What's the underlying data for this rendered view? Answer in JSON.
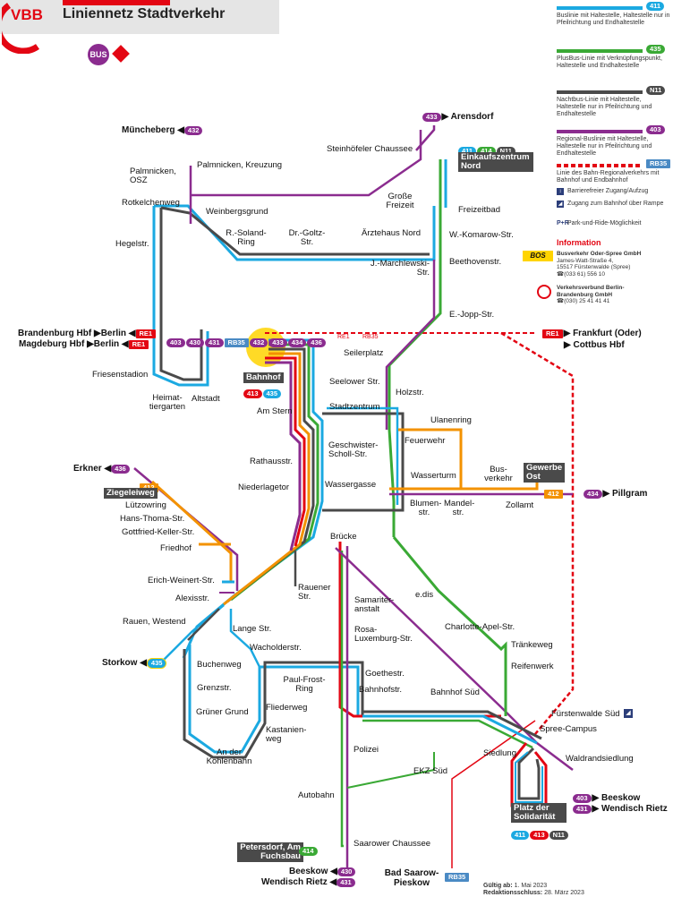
{
  "header": {
    "brand": "VBB",
    "title": "Liniennetz Stadtverkehr",
    "bus_logo_label": "BUS"
  },
  "colors": {
    "city_blue": "#1ba9e1",
    "plus_green": "#3aa935",
    "night_dark": "#4a4a4a",
    "regional_purple": "#8b2c8f",
    "rail_red": "#e30613",
    "orange": "#f39200"
  },
  "legend": {
    "items": [
      {
        "badge": "411",
        "color": "#1ba9e1",
        "text": "Buslinie mit Haltestelle, Haltestelle nur in Pfeilrichtung und Endhaltestelle"
      },
      {
        "badge": "435",
        "color": "#3aa935",
        "text": "PlusBus-Linie mit Verknüpfungspunkt, Haltestelle und Endhaltestelle"
      },
      {
        "badge": "N11",
        "color": "#4a4a4a",
        "text": "Nachtbus-Linie mit Haltestelle, Haltestelle nur in Pfeilrichtung und Endhaltestelle"
      },
      {
        "badge": "403",
        "color": "#8b2c8f",
        "text": "Regional-Buslinie mit Haltestelle, Haltestelle nur in Pfeilrichtung und Endhaltestelle"
      },
      {
        "badge": "RB35",
        "color": "#e30613",
        "text": "Linie des Bahn-Regionalverkehrs mit Bahnhof und Endbahnhof"
      }
    ],
    "symbols": [
      {
        "icon": "elevator-icon",
        "text": "Barrierefreier Zugang/Aufzug"
      },
      {
        "icon": "ramp-icon",
        "text": "Zugang zum Bahnhof über Rampe"
      },
      {
        "icon": "park-and-ride-icon",
        "text": "Park-und-Ride-Möglichkeit",
        "prefix": "P+R"
      }
    ]
  },
  "information": {
    "heading": "Information",
    "operator_1": {
      "name": "Busverkehr Oder-Spree GmbH",
      "street": "James-Watt-Straße 4,",
      "city": "15517 Fürstenwalde (Spree)",
      "phone": "☎(033 61) 556 10"
    },
    "operator_2": {
      "name": "Verkehrsverbund Berlin-Brandenburg GmbH",
      "phone": "☎(030) 25 41 41 41"
    }
  },
  "footer": {
    "valid_label": "Gültig ab:",
    "valid_date": "1. Mai 2023",
    "deadline_label": "Redaktionsschluss:",
    "deadline_date": "28. März 2023"
  },
  "stops": {
    "muencheberg": "Müncheberg",
    "arensdorf": "Arensdorf",
    "steinhoefeler": "Steinhöfeler Chaussee",
    "palmnicken_osz": "Palmnicken, OSZ",
    "palmnicken_kreuzung": "Palmnicken, Kreuzung",
    "einkaufszentrum_nord": "Einkaufszentrum Nord",
    "rotkelchenweg": "Rotkelchenweg",
    "weinbergsgrund": "Weinbergsgrund",
    "grosse_freizeit": "Große Freizeit",
    "freizeitbad": "Freizeitbad",
    "hegelstr": "Hegelstr.",
    "r_soland_ring": "R.-Soland-Ring",
    "dr_goltz_str": "Dr.-Goltz-Str.",
    "aerztehaus_nord": "Ärztehaus Nord",
    "w_komarow": "W.-Komarow-Str.",
    "j_marchlewski": "J.-Marchlewski-Str.",
    "beethovenstr": "Beethovenstr.",
    "e_jopp": "E.-Jopp-Str.",
    "brandenburg_hbf": "Brandenburg Hbf",
    "magdeburg_hbf": "Magdeburg Hbf",
    "berlin": "Berlin",
    "frankfurt_oder": "Frankfurt (Oder)",
    "cottbus_hbf": "Cottbus Hbf",
    "seilerplatz": "Seilerplatz",
    "friesenstadion": "Friesenstadion",
    "bahnhof": "Bahnhof",
    "seelower_str": "Seelower Str.",
    "holzstr": "Holzstr.",
    "heimattiergarten": "Heimat-tiergarten",
    "altstadt": "Altstadt",
    "am_stern": "Am Stern",
    "stadtzentrum": "Stadtzentrum",
    "ulanenring": "Ulanenring",
    "geschwister_scholl": "Geschwister-Scholl-Str.",
    "feuerwehr": "Feuerwehr",
    "rathausstr": "Rathausstr.",
    "erkner": "Erkner",
    "wasserturm": "Wasserturm",
    "busverkehr": "Bus-verkehr",
    "gewerbe_ost": "Gewerbe Ost",
    "ziegeleiweg": "Ziegeleiweg",
    "niederlagetor": "Niederlagetor",
    "wassergasse": "Wassergasse",
    "luetzowring": "Lützowring",
    "blumenstr": "Blumen-str.",
    "mandelstr": "Mandel-str.",
    "zollamt": "Zollamt",
    "pillgram": "Pillgram",
    "hans_thoma": "Hans-Thoma-Str.",
    "gottfried_keller": "Gottfried-Keller-Str.",
    "bruecke": "Brücke",
    "friedhof": "Friedhof",
    "erich_weinert": "Erich-Weinert-Str.",
    "rauener_str": "Rauener Str.",
    "edis": "e.dis",
    "alexisstr": "Alexisstr.",
    "samariteranstalt": "Samariter-anstalt",
    "rauen_westend": "Rauen, Westend",
    "lange_str": "Lange Str.",
    "charlotte_apel": "Charlotte-Apel-Str.",
    "rosa_luxemburg": "Rosa-Luxemburg-Str.",
    "traenkeweg": "Tränkeweg",
    "wacholderstr": "Wacholderstr.",
    "storkow": "Storkow",
    "buchenweg": "Buchenweg",
    "reifenwerk": "Reifenwerk",
    "goethestr": "Goethestr.",
    "paul_frost_ring": "Paul-Frost-Ring",
    "grenzstr": "Grenzstr.",
    "bahnhofstr": "Bahnhofstr.",
    "bahnhof_sued": "Bahnhof Süd",
    "fliederweg": "Fliederweg",
    "gruener_grund": "Grüner Grund",
    "fuerstenwalde_sued": "Fürstenwalde Süd",
    "spree_campus": "Spree-Campus",
    "kastanienweg": "Kastanien-weg",
    "polizei": "Polizei",
    "kohlenbahn": "An der Kohlenbahn",
    "siedlung": "Siedlung",
    "waldrandsiedlung": "Waldrandsiedlung",
    "ekz_sued": "EKZ Süd",
    "beeskow": "Beeskow",
    "wendisch_rietz": "Wendisch Rietz",
    "autobahn": "Autobahn",
    "platz_solidaritaet": "Platz der Solidarität",
    "petersdorf": "Petersdorf, Am Fuchsbau",
    "saarower_chaussee": "Saarower Chaussee",
    "bad_saarow": "Bad Saarow-Pieskow"
  },
  "lines": {
    "l403": "403",
    "l430": "430",
    "l431": "431",
    "l432": "432",
    "l433": "433",
    "l434": "434",
    "l436": "436",
    "l411": "411",
    "l412": "412",
    "l413": "413",
    "l414": "414",
    "l435": "435",
    "n11": "N11",
    "re1": "RE1",
    "rb35": "RB35"
  }
}
